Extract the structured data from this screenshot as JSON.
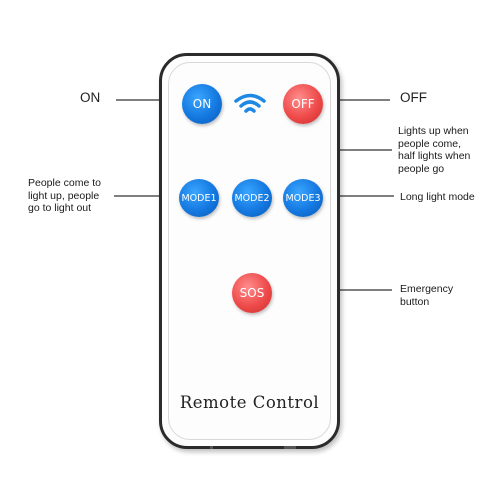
{
  "remote": {
    "title": "Remote Control",
    "buttons": {
      "on": "ON",
      "off": "OFF",
      "mode1": "MODE1",
      "mode2": "MODE2",
      "mode3": "MODE3",
      "sos": "SOS"
    },
    "signal_icon": "wifi-signal-icon"
  },
  "callouts": {
    "on": "ON",
    "off": "OFF",
    "mode1": [
      "People come to",
      "light up, people",
      "go to light out"
    ],
    "mode2": [
      "Lights up when",
      "people come,",
      "half lights when",
      "people go"
    ],
    "mode3": "Long light mode",
    "sos": [
      "Emergency",
      "button"
    ]
  },
  "colors": {
    "blue_button": "#1478e0",
    "red_button": "#ee4a4a",
    "wifi_icon": "#1e88e5"
  }
}
